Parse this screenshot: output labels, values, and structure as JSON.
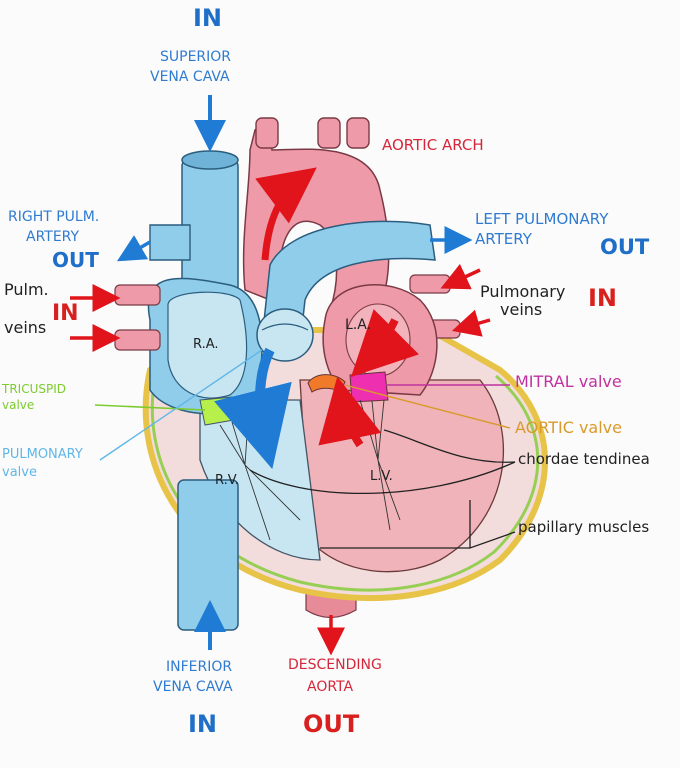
{
  "labels": {
    "in_top": "IN",
    "superior_vena_cava_1": "SUPERIOR",
    "superior_vena_cava_2": "VENA CAVA",
    "aortic_arch": "AORTIC ARCH",
    "right_pulm_artery_1": "RIGHT PULM.",
    "right_pulm_artery_2": "ARTERY",
    "out_right_pulm": "OUT",
    "left_pulm_artery_1": "LEFT PULMONARY",
    "left_pulm_artery_2": "ARTERY",
    "out_left_pulm": "OUT",
    "pulm_veins_left_1": "Pulm.",
    "pulm_veins_left_2": "veins",
    "in_pulm_veins_left": "IN",
    "pulm_veins_right_1": "Pulmonary",
    "pulm_veins_right_2": "veins",
    "in_pulm_veins_right": "IN",
    "ra": "R.A.",
    "la": "L.A.",
    "rv": "R.V.",
    "lv": "L.V.",
    "tricuspid_valve_1": "TRICUSPID",
    "tricuspid_valve_2": "valve",
    "pulmonary_valve_1": "PULMONARY",
    "pulmonary_valve_2": "valve",
    "mitral_valve": "MITRAL valve",
    "aortic_valve": "AORTIC valve",
    "chordae_tendineae": "chordae tendinea",
    "papillary_muscles": "papillary muscles",
    "inferior_vena_cava_1": "INFERIOR",
    "inferior_vena_cava_2": "VENA CAVA",
    "in_bottom": "IN",
    "descending_aorta_1": "DESCENDING",
    "descending_aorta_2": "AORTA",
    "out_bottom": "OUT"
  },
  "colors": {
    "deoxygenated": "#8fcdea",
    "oxygenated": "#ef9aa8",
    "arrow_in": "#1f7bd4",
    "arrow_out": "#e0141a",
    "tricuspid": "#b7f04a",
    "mitral": "#ee2fb0",
    "aortic_valve": "#f07a2a"
  }
}
